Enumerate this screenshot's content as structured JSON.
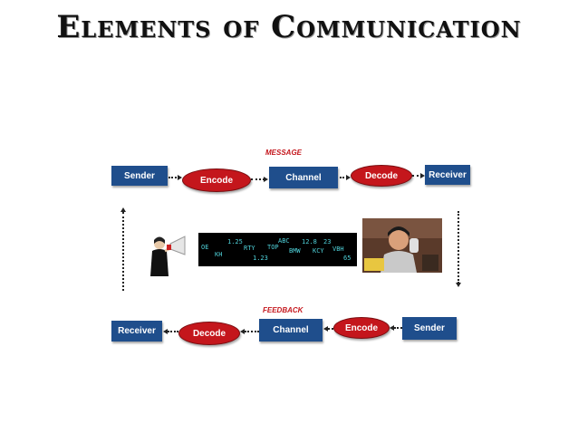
{
  "title": "Elements of Communication",
  "top": {
    "label": "MESSAGE",
    "sender": "Sender",
    "encode": "Encode",
    "channel": "Channel",
    "decode": "Decode",
    "receiver": "Receiver"
  },
  "bottom": {
    "label": "FEEDBACK",
    "receiver": "Receiver",
    "decode": "Decode",
    "channel": "Channel",
    "encode": "Encode",
    "sender": "Sender"
  },
  "strip_text": [
    "OE",
    "KH",
    "1.25",
    "RTY",
    "1.23",
    "TOP",
    "ABC",
    "BMW",
    "12.8",
    "KCY",
    "23",
    "VBH",
    "65"
  ],
  "colors": {
    "box": "#1f4e8c",
    "oval": "#c4161c",
    "label": "#c4161c",
    "strip": "#4fd1d9"
  }
}
